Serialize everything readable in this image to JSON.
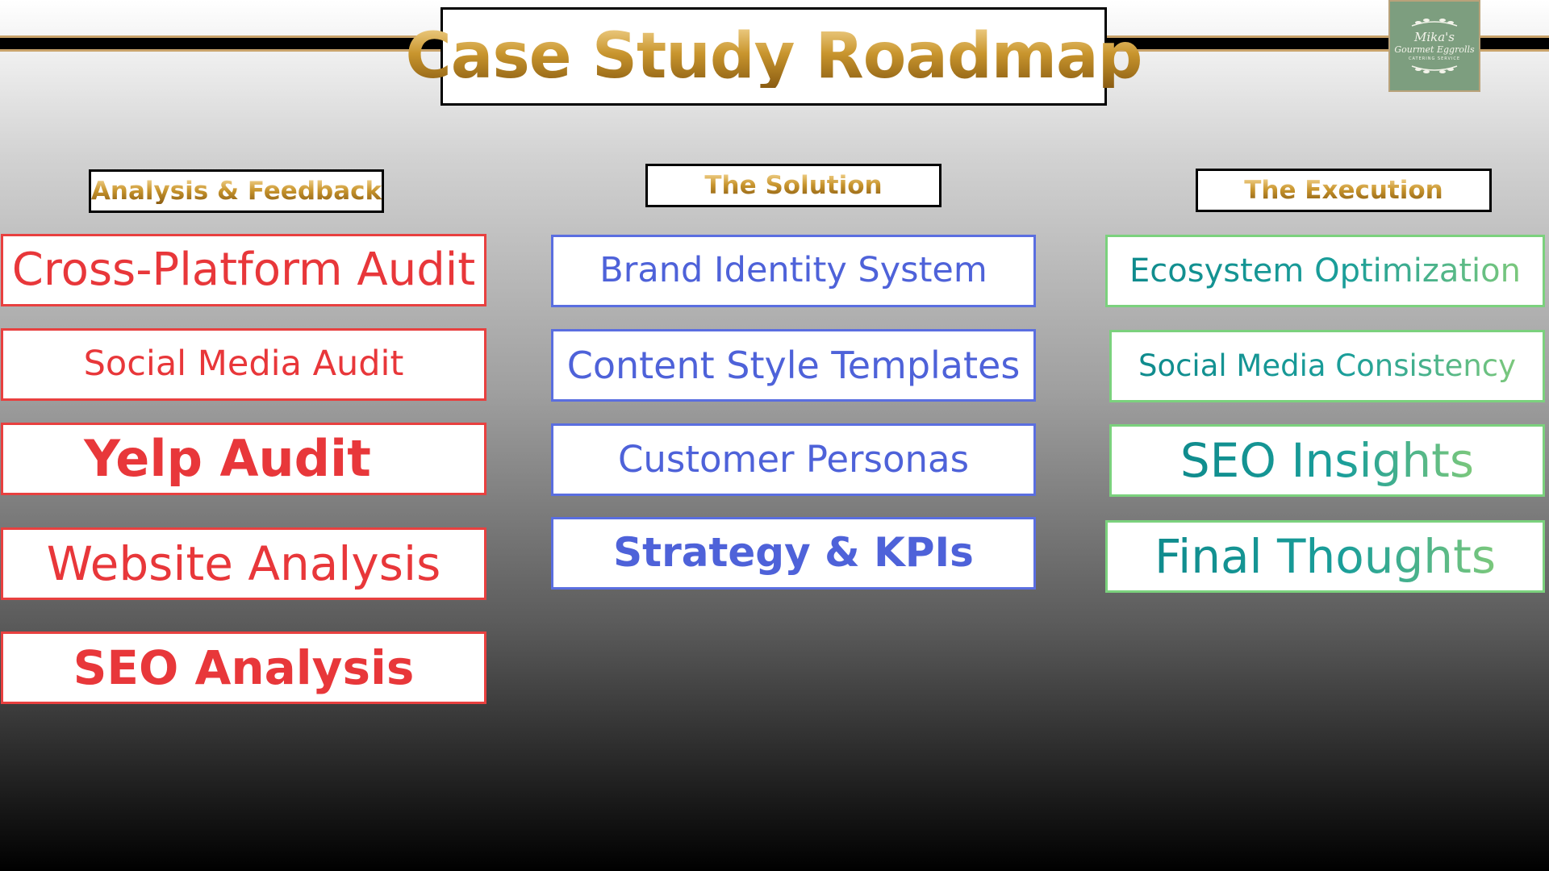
{
  "title": "Case Study Roadmap",
  "logo": {
    "line1": "Mika's",
    "line2": "Gourmet Eggrolls",
    "line3": "CATERING SERVICE"
  },
  "columns": [
    {
      "heading": "Analysis & Feedback",
      "color": "#e8373a",
      "items": [
        "Cross-Platform Audit",
        "Social Media Audit",
        "Yelp Audit",
        "Website Analysis",
        "SEO Analysis"
      ]
    },
    {
      "heading": "The Solution",
      "color": "#4e62d9",
      "items": [
        "Brand Identity System",
        "Content Style Templates",
        "Customer Personas",
        "Strategy & KPIs"
      ]
    },
    {
      "heading": "The Execution",
      "color": "#1a9e9a",
      "items": [
        "Ecosystem Optimization",
        "Social Media Consistency",
        "SEO Insights",
        "Final Thoughts"
      ]
    }
  ],
  "colors": {
    "gold": "#c9962e",
    "logo_green": "#7d9e7f"
  }
}
